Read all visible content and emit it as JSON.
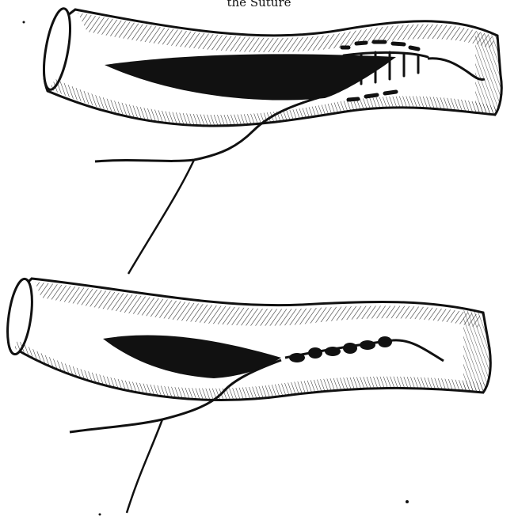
{
  "caption": "the Suture",
  "colors": {
    "ink": "#111111",
    "paper": "#ffffff"
  },
  "figures": [
    {
      "name": "upper-vessel",
      "state": "suture begun, wound open"
    },
    {
      "name": "lower-vessel",
      "state": "suture tightened, wound partly closed"
    }
  ]
}
